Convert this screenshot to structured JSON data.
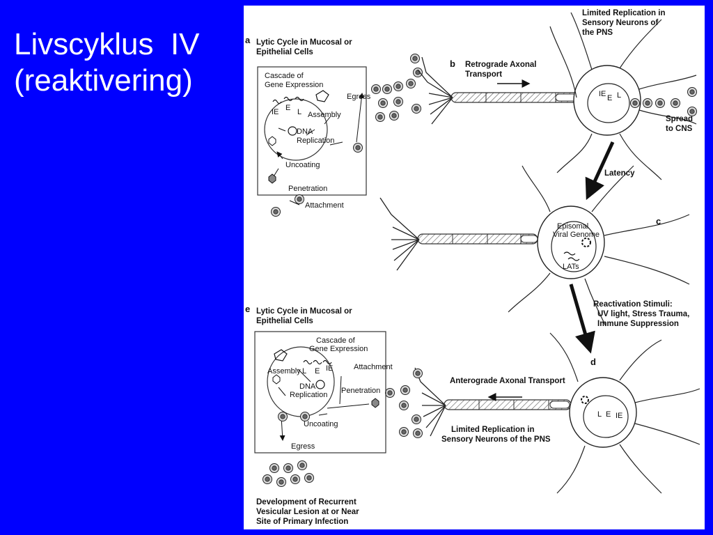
{
  "slide": {
    "title_line1": "Livscyklus  IV",
    "title_line2": "(reaktivering)",
    "background_color": "#0000ff",
    "title_color": "#ffffff"
  },
  "figure": {
    "panel_a": {
      "letter": "a",
      "title_line1": "Lytic Cycle in Mucosal or",
      "title_line2": "Epithelial Cells",
      "cascade_line1": "Cascade of",
      "cascade_line2": "Gene Expression",
      "ie": "IE",
      "e": "E",
      "l": "L",
      "assembly": "Assembly",
      "dna": "DNA",
      "replication": "Replication",
      "egress": "Egress",
      "uncoating": "Uncoating",
      "penetration": "Penetration",
      "attachment": "Attachment"
    },
    "panel_b": {
      "letter": "b",
      "transport_line1": "Retrograde Axonal",
      "transport_line2": "Transport",
      "limited_line1": "Limited Replication in",
      "limited_line2": "Sensory Neurons of",
      "limited_line3": "the PNS",
      "ie": "IE",
      "e": "E",
      "l": "L",
      "spread_line1": "Spread",
      "spread_line2": "to CNS"
    },
    "latency": "Latency",
    "panel_c": {
      "letter": "c",
      "episomal_line1": "Episomal",
      "episomal_line2": "Viral Genome",
      "lats": "LATs"
    },
    "reactivation": {
      "line1": "Reactivation Stimuli:",
      "line2": "UV light, Stress Trauma,",
      "line3": "Immune Suppression"
    },
    "panel_d": {
      "letter": "d",
      "transport": "Anterograde Axonal Transport",
      "limited_line1": "Limited Replication in",
      "limited_line2": "Sensory Neurons of the PNS",
      "ie": "IE",
      "e": "E",
      "l": "L"
    },
    "panel_e": {
      "letter": "e",
      "title_line1": "Lytic Cycle in Mucosal or",
      "title_line2": "Epithelial Cells",
      "cascade_line1": "Cascade of",
      "cascade_line2": "Gene Expression",
      "assembly": "Assembly",
      "l": "L",
      "e": "E",
      "ie": "IE",
      "attachment": "Attachment",
      "dna": "DNA",
      "replication": "Replication",
      "penetration": "Penetration",
      "uncoating": "Uncoating",
      "egress": "Egress",
      "lesion_line1": "Development of Recurrent",
      "lesion_line2": "Vesicular Lesion at or Near",
      "lesion_line3": "Site of Primary Infection"
    }
  }
}
